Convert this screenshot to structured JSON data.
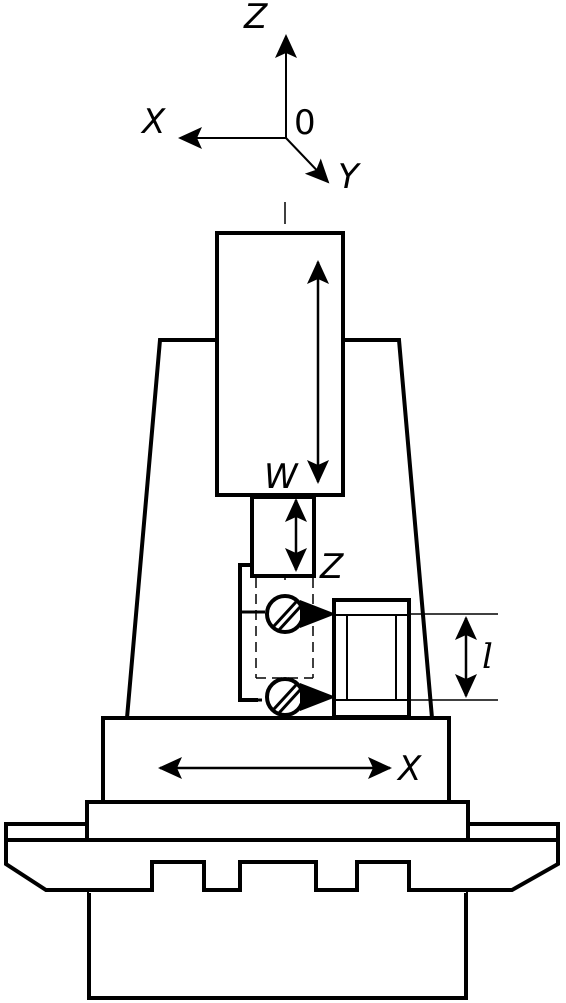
{
  "diagram": {
    "axes": {
      "z_label": "Z",
      "x_label": "X",
      "y_label": "Y",
      "origin_label": "0"
    },
    "motion_labels": {
      "w": "W",
      "z": "Z",
      "x": "X",
      "l": "l"
    },
    "colors": {
      "stroke": "#000000",
      "background": "#ffffff"
    }
  }
}
